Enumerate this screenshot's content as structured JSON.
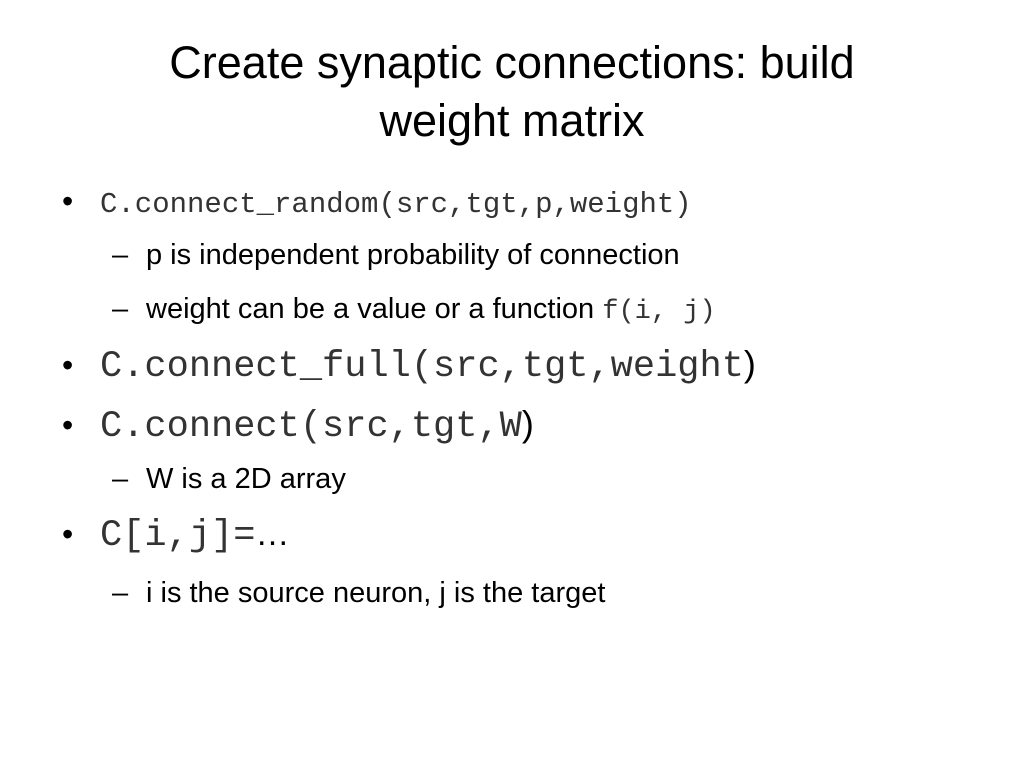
{
  "slide": {
    "title_line1": "Create synaptic connections: build",
    "title_line2": "weight matrix",
    "bullet_glyph": "•",
    "dash_glyph": "–",
    "items": [
      {
        "code": "C.connect_random(src,tgt,p,weight)",
        "suffix": ""
      },
      {
        "text": "p is independent probability of connection"
      },
      {
        "text": "weight can be a value or a function ",
        "code": "f(i, j)"
      },
      {
        "code": "C.connect_full(src,tgt,weight",
        "suffix": ")"
      },
      {
        "code": "C.connect(src,tgt,W",
        "suffix": ")"
      },
      {
        "text": "W is a 2D array"
      },
      {
        "code": "C[i,j]=",
        "suffix": "…"
      },
      {
        "text": "i is the source neuron, j is the target"
      }
    ]
  }
}
